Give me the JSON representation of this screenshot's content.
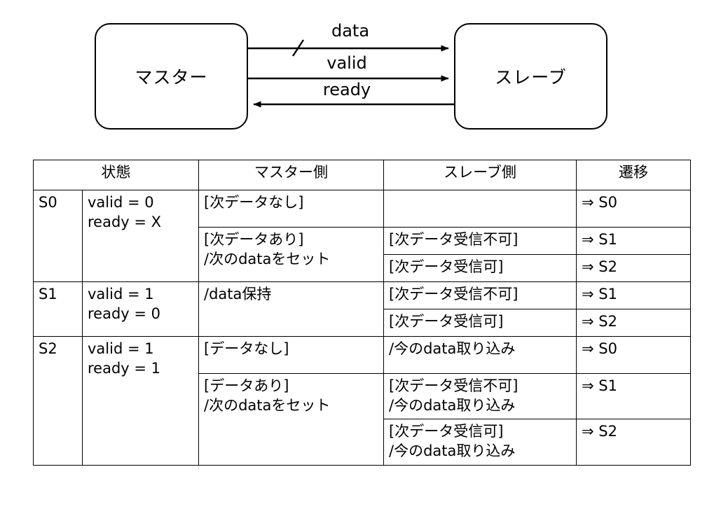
{
  "diagram": {
    "master": {
      "label": "マスター"
    },
    "slave": {
      "label": "スレーブ"
    },
    "signals": [
      {
        "name": "data",
        "label": "data",
        "direction": "master-to-slave",
        "bus": true
      },
      {
        "name": "valid",
        "label": "valid",
        "direction": "master-to-slave",
        "bus": false
      },
      {
        "name": "ready",
        "label": "ready",
        "direction": "slave-to-master",
        "bus": false
      }
    ]
  },
  "table": {
    "headers": {
      "state": "状態",
      "master_side": "マスター側",
      "slave_side": "スレーブ側",
      "transition": "遷移"
    },
    "rows": [
      {
        "id": "S0",
        "signals_line1": "valid = 0",
        "signals_line2": "ready = X",
        "entries": [
          {
            "master_line1": "[次データなし]",
            "master_line2": "",
            "slave_line1": "",
            "slave_line2": "",
            "transition": "⇒ S0"
          },
          {
            "master_line1": "[次データあり]",
            "master_line2": "/次のdataをセット",
            "slave_line1": "[次データ受信不可]",
            "slave_line2": "",
            "transition": "⇒ S1"
          },
          {
            "master_line1": "",
            "master_line2": "",
            "slave_line1": "[次データ受信可]",
            "slave_line2": "",
            "transition": "⇒ S2"
          }
        ]
      },
      {
        "id": "S1",
        "signals_line1": "valid = 1",
        "signals_line2": "ready = 0",
        "entries": [
          {
            "master_line1": "/data保持",
            "master_line2": "",
            "slave_line1": "[次データ受信不可]",
            "slave_line2": "",
            "transition": "⇒ S1"
          },
          {
            "master_line1": "",
            "master_line2": "",
            "slave_line1": "[次データ受信可]",
            "slave_line2": "",
            "transition": "⇒ S2"
          }
        ]
      },
      {
        "id": "S2",
        "signals_line1": "valid = 1",
        "signals_line2": "ready = 1",
        "entries": [
          {
            "master_line1": "[データなし]",
            "master_line2": "",
            "slave_line1": "/今のdata取り込み",
            "slave_line2": "",
            "transition": "⇒ S0"
          },
          {
            "master_line1": "[データあり]",
            "master_line2": "/次のdataをセット",
            "slave_line1": "[次データ受信不可]",
            "slave_line2": "/今のdata取り込み",
            "transition": "⇒ S1"
          },
          {
            "master_line1": "",
            "master_line2": "",
            "slave_line1": "[次データ受信可]",
            "slave_line2": "/今のdata取り込み",
            "transition": "⇒ S2"
          }
        ]
      }
    ]
  },
  "colors": {
    "stroke": "#000000",
    "background": "#ffffff"
  }
}
